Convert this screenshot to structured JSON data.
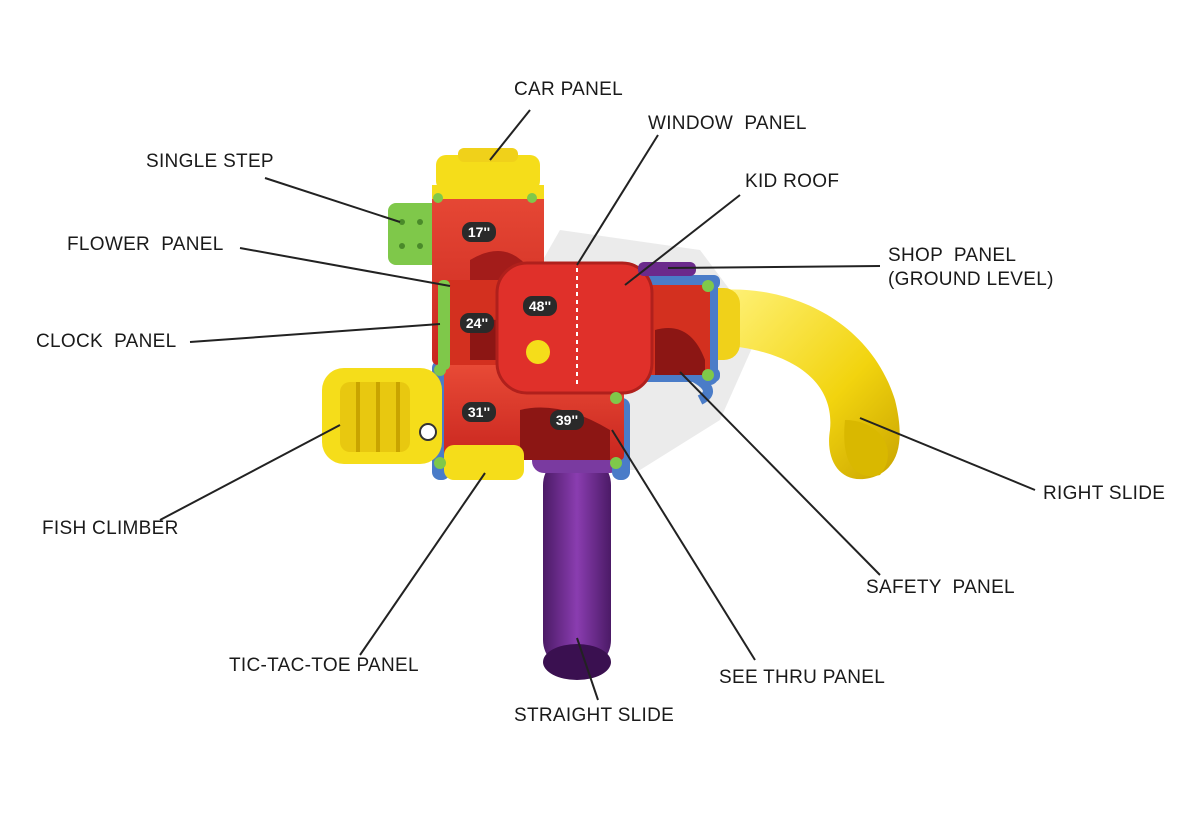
{
  "diagram": {
    "labels": {
      "car_panel": "CAR PANEL",
      "window_panel": "WINDOW  PANEL",
      "single_step": "SINGLE STEP",
      "kid_roof": "KID ROOF",
      "flower_panel": "FLOWER  PANEL",
      "shop_panel": "SHOP  PANEL\n(GROUND LEVEL)",
      "clock_panel": "CLOCK  PANEL",
      "right_slide": "RIGHT SLIDE",
      "fish_climber": "FISH CLIMBER",
      "safety_panel": "SAFETY  PANEL",
      "tic_tac_toe_panel": "TIC-TAC-TOE PANEL",
      "see_thru_panel": "SEE THRU PANEL",
      "straight_slide": "STRAIGHT SLIDE"
    },
    "deck_heights": {
      "d17": "17''",
      "d24": "24''",
      "d31": "31''",
      "d39": "39''",
      "d48": "48''"
    },
    "colors": {
      "deck_red": "#e0302a",
      "deck_dark_red": "#a31c1a",
      "accent_yellow": "#f5dd1a",
      "slide_purple": "#6b2a8c",
      "post_blue": "#4a7cc8",
      "step_green": "#7fc84a"
    }
  }
}
